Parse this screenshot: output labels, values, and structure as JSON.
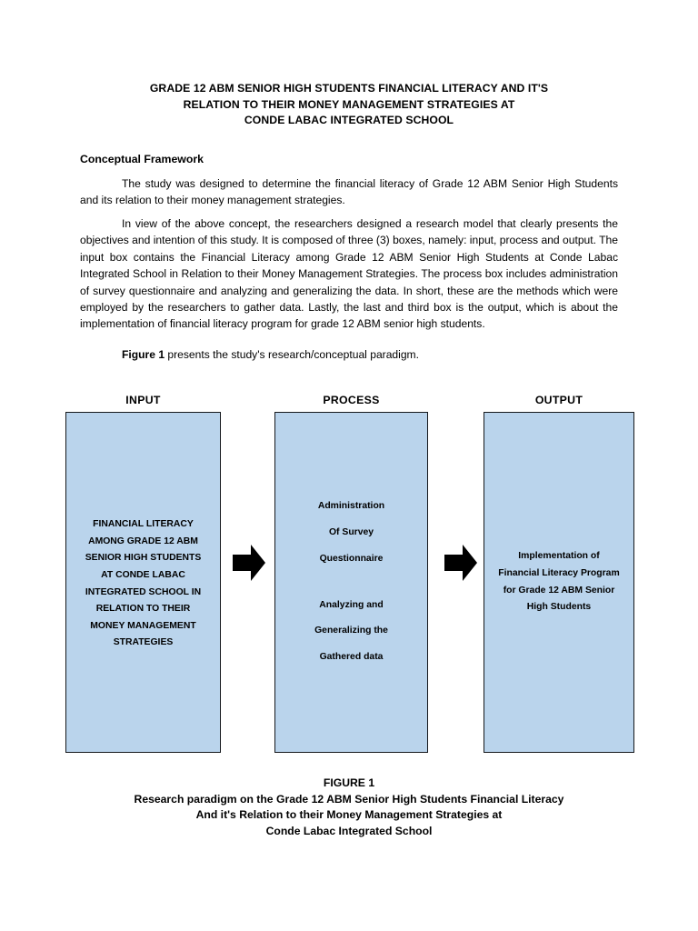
{
  "document": {
    "title_lines": [
      "GRADE 12 ABM SENIOR HIGH STUDENTS FINANCIAL LITERACY AND IT'S",
      "RELATION TO THEIR MONEY MANAGEMENT STRATEGIES AT",
      "CONDE LABAC INTEGRATED SCHOOL"
    ],
    "section_heading": "Conceptual Framework",
    "paragraphs": {
      "p1": "The study was designed to determine the financial literacy of Grade 12 ABM Senior High Students and its relation to their money management strategies.",
      "p2": "In view of the above concept, the researchers designed a research model that clearly presents the objectives and intention of this study. It is composed of three (3) boxes, namely: input, process and output. The input box contains the Financial Literacy among Grade 12 ABM Senior High Students at Conde Labac Integrated School in Relation to their Money Management Strategies. The process box includes administration of survey questionnaire and analyzing and generalizing the data. In short, these are the methods which were employed by the researchers to gather data. Lastly, the last and third box is the output, which is about the implementation of financial literacy program for grade 12 ABM senior high students.",
      "p3_bold": "Figure 1",
      "p3_rest": " presents the study's research/conceptual paradigm."
    }
  },
  "diagram": {
    "colors": {
      "box_fill": "#bad4ec",
      "box_border": "#15181c",
      "arrow_fill": "#000000"
    },
    "columns": [
      {
        "header": "INPUT",
        "lines": [
          "FINANCIAL LITERACY",
          "AMONG GRADE 12 ABM",
          "SENIOR HIGH STUDENTS",
          "AT CONDE LABAC",
          "INTEGRATED SCHOOL IN",
          "RELATION TO THEIR",
          "MONEY MANAGEMENT",
          "STRATEGIES"
        ]
      },
      {
        "header": "PROCESS",
        "group_a": [
          "Administration",
          "Of Survey",
          "Questionnaire"
        ],
        "group_b": [
          "Analyzing and",
          "Generalizing the",
          "Gathered data"
        ]
      },
      {
        "header": "OUTPUT",
        "lines": [
          "Implementation of",
          "Financial Literacy Program",
          "for Grade 12 ABM Senior",
          "High Students"
        ]
      }
    ],
    "arrows": [
      {
        "name": "arrow-input-to-process"
      },
      {
        "name": "arrow-process-to-output"
      }
    ]
  },
  "caption": {
    "lines": [
      "FIGURE 1",
      "Research paradigm on the Grade 12 ABM Senior High Students Financial Literacy",
      "And it's Relation to their Money Management Strategies at",
      "Conde Labac Integrated School"
    ]
  }
}
